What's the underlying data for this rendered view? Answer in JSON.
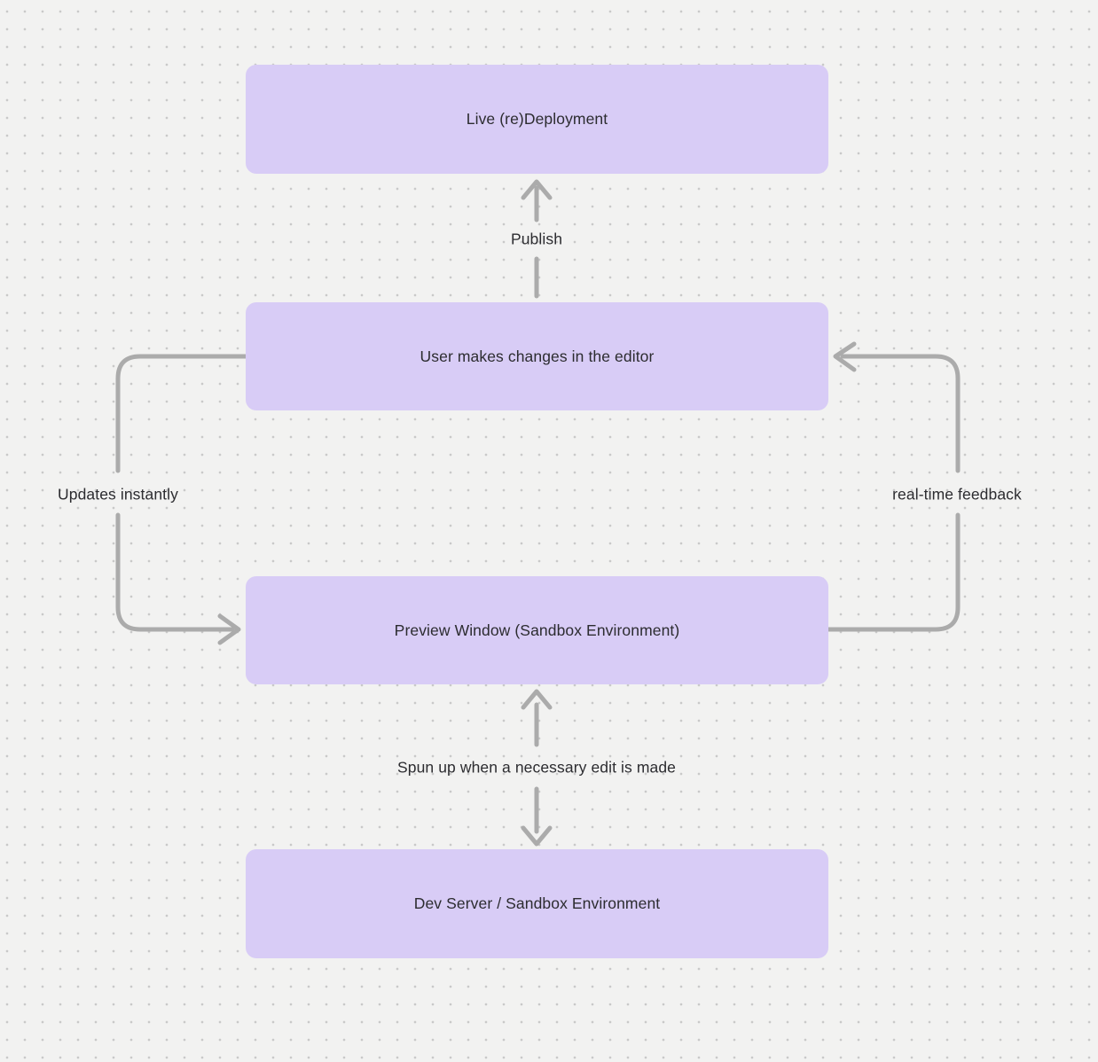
{
  "canvas": {
    "type": "dot-grid-flowchart"
  },
  "colors": {
    "canvas_bg": "#f2f2f1",
    "dot_color": "#c9c9c9",
    "node_fill": "#d8ccf6",
    "node_text": "#2c2c30",
    "arrow_color": "#ababab",
    "label_text": "#2c2c30"
  },
  "nodes": [
    {
      "id": "live-redeployment",
      "label": "Live (re)Deployment"
    },
    {
      "id": "user-editor",
      "label": "User makes changes in the editor"
    },
    {
      "id": "preview-window",
      "label": "Preview Window (Sandbox Environment)"
    },
    {
      "id": "dev-server",
      "label": "Dev Server / Sandbox Environment"
    }
  ],
  "edges": [
    {
      "id": "publish",
      "label": "Publish",
      "from": "user-editor",
      "to": "live-redeployment",
      "direction": "up"
    },
    {
      "id": "updates-instantly",
      "label": "Updates instantly",
      "from": "user-editor",
      "to": "preview-window",
      "direction": "down-left-side"
    },
    {
      "id": "real-time-feedback",
      "label": "real-time feedback",
      "from": "preview-window",
      "to": "user-editor",
      "direction": "up-right-side"
    },
    {
      "id": "spun-up",
      "label": "Spun up when a necessary edit is made",
      "from": "preview-window",
      "to": "dev-server",
      "direction": "both"
    }
  ]
}
